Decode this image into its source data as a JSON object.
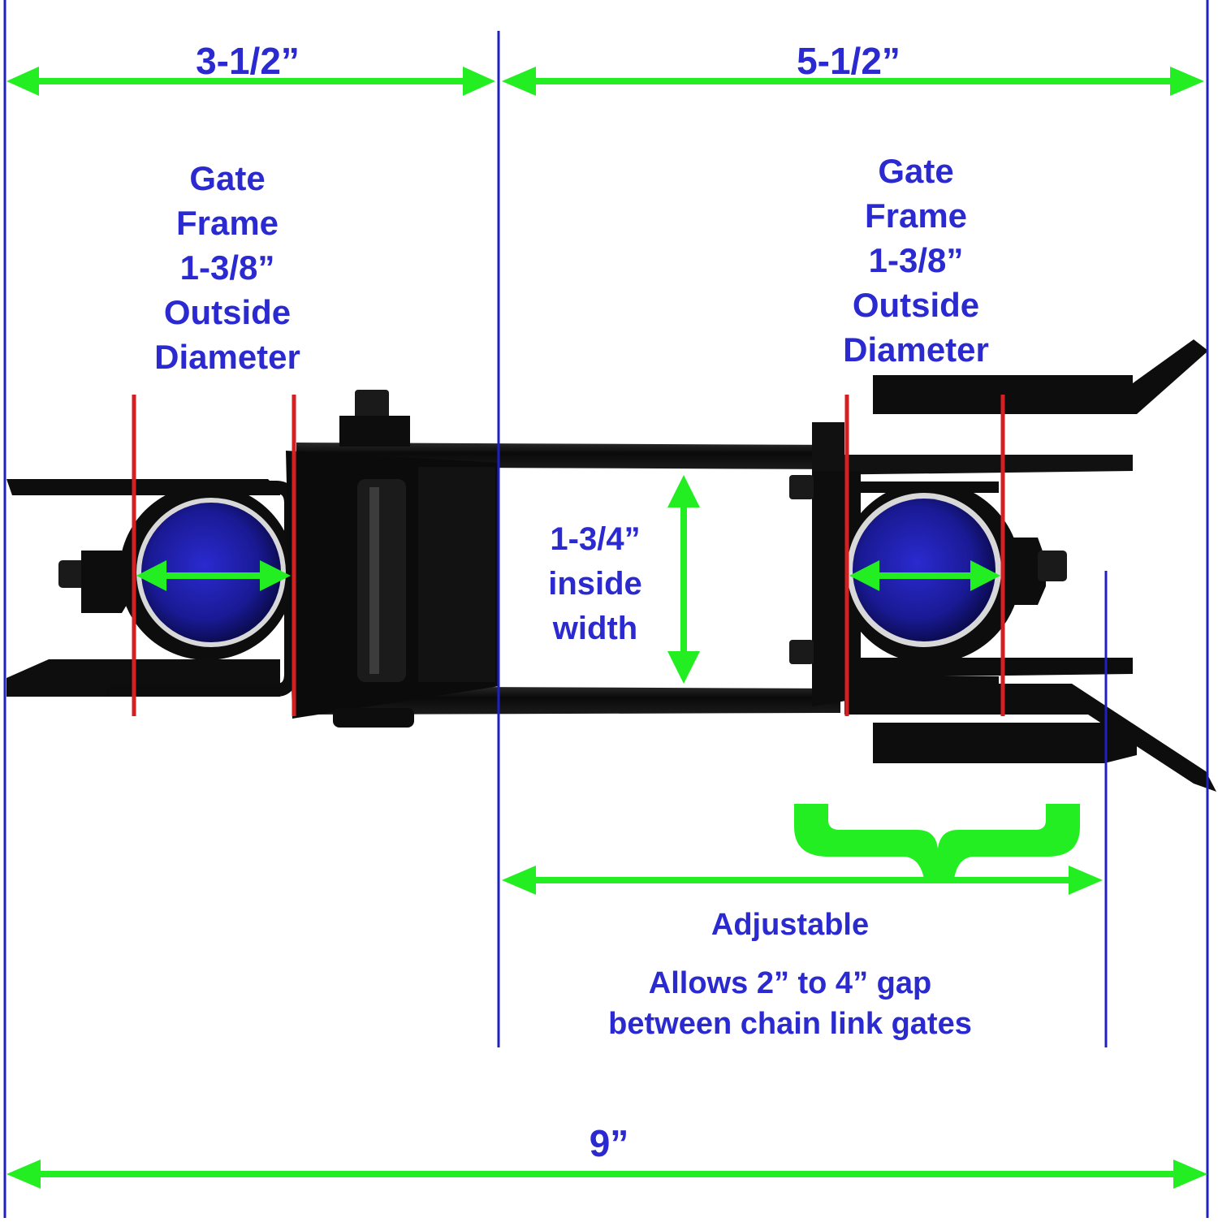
{
  "dimensions": {
    "left_section": "3-1/2”",
    "right_section": "5-1/2”",
    "overall": "9”",
    "inside_width": [
      "1-3/4”",
      "inside",
      "width"
    ]
  },
  "gate_frame_left": [
    "Gate",
    "Frame",
    "1-3/8”",
    "Outside",
    "Diameter"
  ],
  "gate_frame_right": [
    "Gate",
    "Frame",
    "1-3/8”",
    "Outside",
    "Diameter"
  ],
  "adjustable": {
    "title": "Adjustable",
    "line1": "Allows 2” to 4” gap",
    "line2": "between chain link gates"
  },
  "colors": {
    "label_text": "#2a2ad0",
    "dimension_arrow": "#22ee22",
    "reference_line": "#2020c0",
    "frame_marker": "#d42020",
    "hardware": "#0d0d0d",
    "pipe_insert": "#1f1fa8"
  }
}
